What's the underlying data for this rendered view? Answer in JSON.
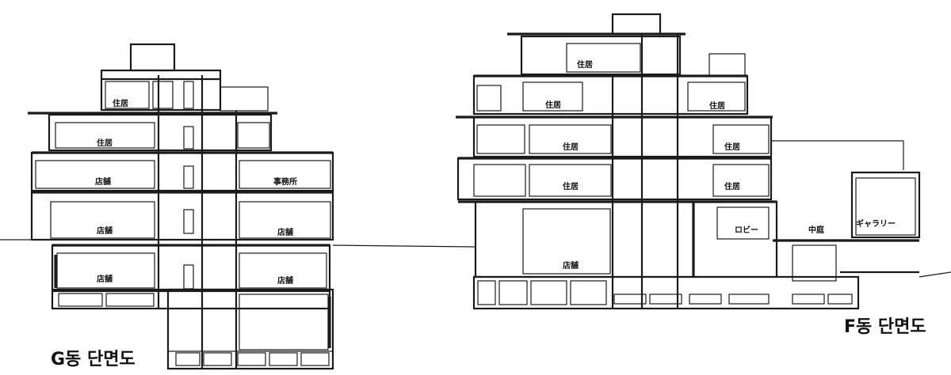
{
  "labels": {
    "g_jukyo_top": "住居",
    "g_jukyo_2": "住居",
    "g_tenpo_1": "店舗",
    "g_jimusho": "事務所",
    "g_tenpo_2": "店舗",
    "g_tenpo_3": "店舗",
    "g_tenpo_4": "店舗",
    "g_tenpo_5": "店舗",
    "f_jukyo_top": "住居",
    "f_jukyo_l1": "住居",
    "f_jukyo_r1": "住居",
    "f_jukyo_c2": "住居",
    "f_jukyo_r2": "住居",
    "f_jukyo_c3": "住居",
    "f_jukyo_r3": "住居",
    "f_lobby": "ロビー",
    "f_courtyard": "中庭",
    "f_gallery": "ギャラリー",
    "f_tenpo": "店舗"
  },
  "captions": {
    "g": "G동 단면도",
    "f": "F동 단면도"
  }
}
